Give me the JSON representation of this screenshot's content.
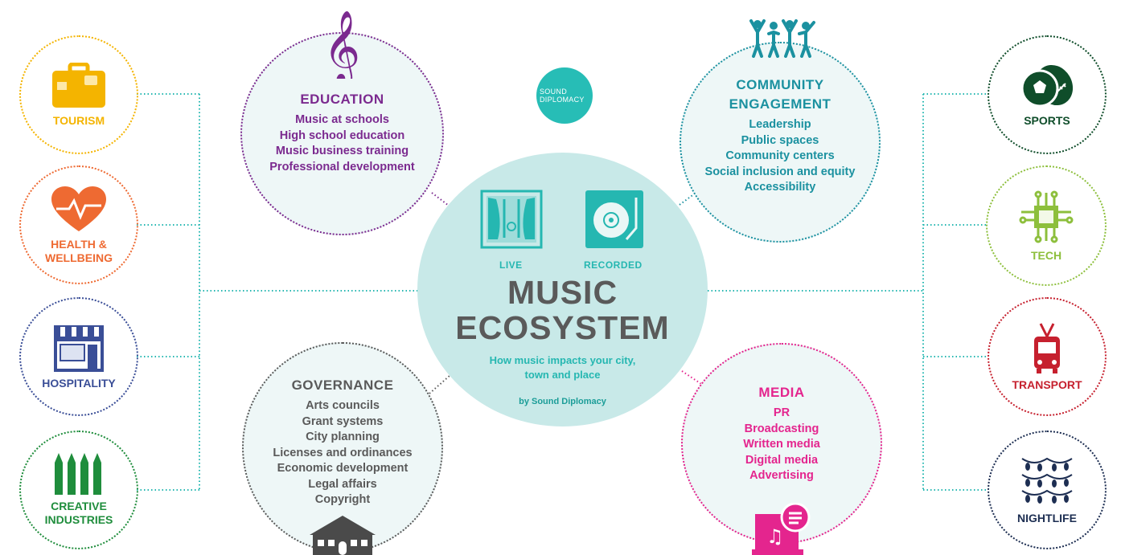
{
  "colors": {
    "teal": "#25b7b1",
    "center_fill": "#c8e9e8",
    "gray": "#5a5a5a",
    "tourism": "#f4b400",
    "health": "#ee6a32",
    "hospitality": "#3a4e97",
    "creative": "#1f8d3c",
    "sports": "#0f4d2a",
    "tech": "#8dbf3c",
    "transport": "#c6202e",
    "nightlife": "#1d2e52",
    "education": "#7b2a8f",
    "community": "#1b91a0",
    "media": "#e4258e"
  },
  "logo": {
    "text": "SOUND\nDIPLOMACY"
  },
  "center": {
    "live_label": "LIVE",
    "recorded_label": "RECORDED",
    "title": "MUSIC\nECOSYSTEM",
    "subtitle": "How music impacts your city,\ntown and place",
    "byline": "by Sound Diplomacy"
  },
  "big_nodes": {
    "education": {
      "title": "EDUCATION",
      "items": [
        "Music at schools",
        "High school education",
        "Music business training",
        "Professional development"
      ],
      "icon": "treble-clef-icon"
    },
    "community": {
      "title": "COMMUNITY\nENGAGEMENT",
      "items": [
        "Leadership",
        "Public spaces",
        "Community centers",
        "Social inclusion and equity",
        "Accessibility"
      ],
      "icon": "people-icon"
    },
    "governance": {
      "title": "GOVERNANCE",
      "items": [
        "Arts councils",
        "Grant systems",
        "City planning",
        "Licenses and ordinances",
        "Economic development",
        "Legal affairs",
        "Copyright"
      ],
      "icon": "government-building-icon"
    },
    "media": {
      "title": "MEDIA",
      "items": [
        "PR",
        "Broadcasting",
        "Written media",
        "Digital media",
        "Advertising"
      ],
      "icon": "laptop-chat-icon"
    }
  },
  "left_nodes": [
    {
      "label": "TOURISM",
      "icon": "suitcase-icon"
    },
    {
      "label": "HEALTH &\nWELLBEING",
      "icon": "heartbeat-icon"
    },
    {
      "label": "HOSPITALITY",
      "icon": "storefront-icon"
    },
    {
      "label": "CREATIVE\nINDUSTRIES",
      "icon": "pencils-icon"
    }
  ],
  "right_nodes": [
    {
      "label": "SPORTS",
      "icon": "sports-balls-icon"
    },
    {
      "label": "TECH",
      "icon": "circuit-chip-icon"
    },
    {
      "label": "TRANSPORT",
      "icon": "trolleybus-icon"
    },
    {
      "label": "NIGHTLIFE",
      "icon": "string-lights-icon"
    }
  ]
}
